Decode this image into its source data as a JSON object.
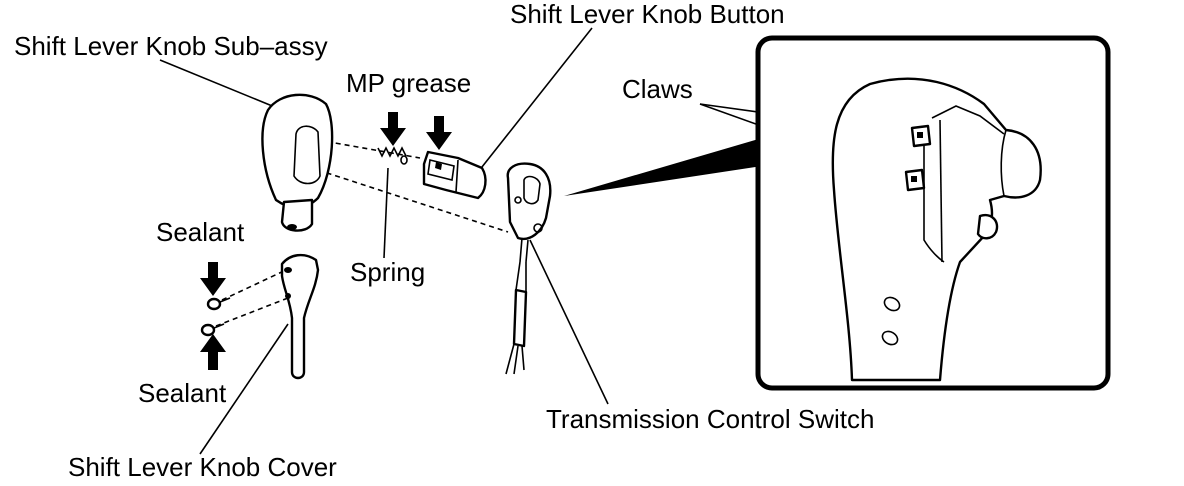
{
  "labels": {
    "knob_sub_assy": "Shift Lever Knob Sub–assy",
    "knob_button": "Shift Lever Knob Button",
    "mp_grease": "MP grease",
    "claws": "Claws",
    "sealant_top": "Sealant",
    "spring": "Spring",
    "sealant_bottom": "Sealant",
    "control_switch": "Transmission Control Switch",
    "knob_cover": "Shift Lever Knob Cover"
  },
  "icons": {
    "grease_arrows": "down-arrow-icon",
    "sealant_arrows": "arrow-icon"
  },
  "colors": {
    "ink": "#000000",
    "background": "#ffffff"
  }
}
